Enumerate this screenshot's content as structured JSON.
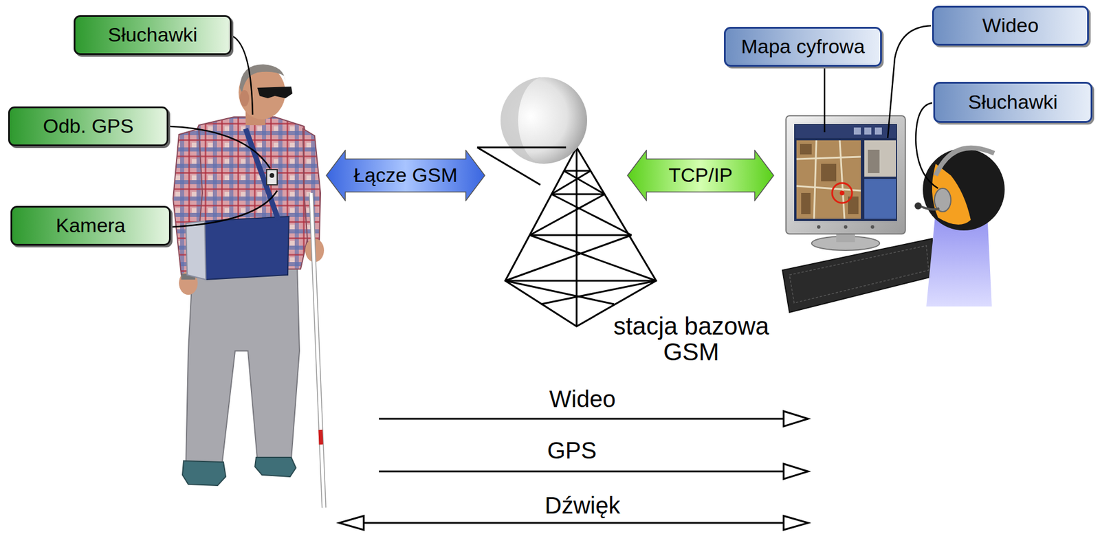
{
  "diagram": {
    "nodes": [
      {
        "text": [
          "Słuchawki"
        ]
      },
      {
        "text": [
          "Odb. GPS"
        ]
      },
      {
        "text": [
          "Kamera"
        ]
      },
      {
        "text": [
          "Łącze GSM"
        ]
      },
      {
        "text": [
          "TCP/IP"
        ]
      },
      {
        "text": [
          "Mapa cyfrowa"
        ]
      },
      {
        "text": [
          "Wideo"
        ]
      },
      {
        "text": [
          "Słuchawki"
        ]
      }
    ],
    "labels": [
      "stacja bazowa GSM",
      "Wideo",
      "GPS",
      "Dźwięk"
    ]
  }
}
